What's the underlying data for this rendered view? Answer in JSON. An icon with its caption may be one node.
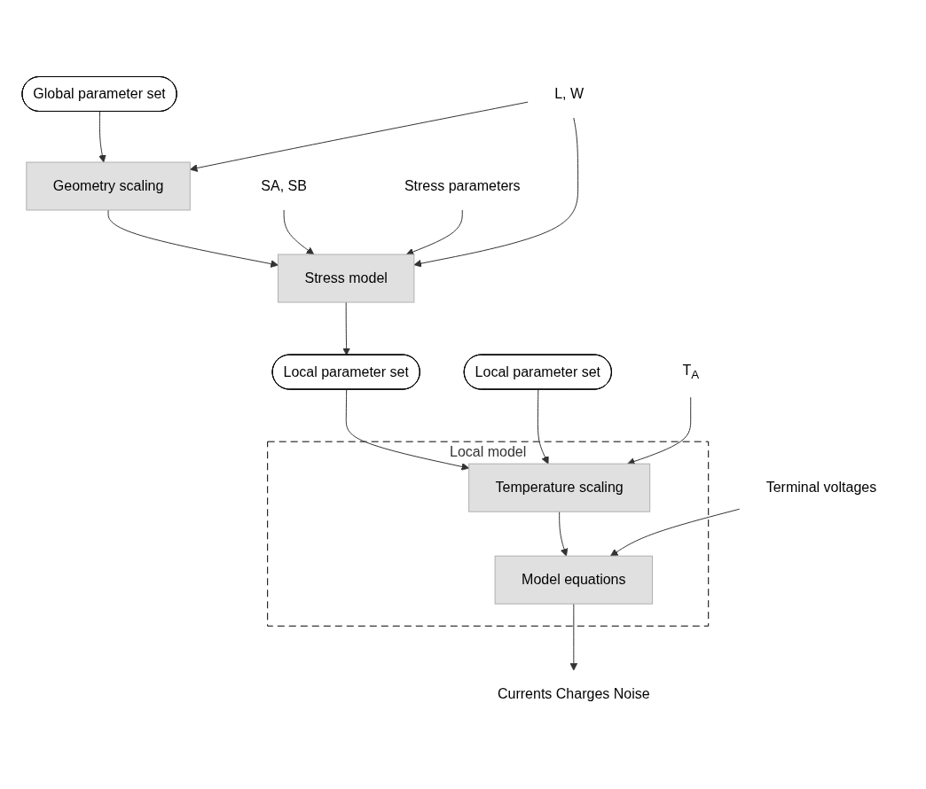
{
  "diagram": {
    "nodes": [
      {
        "text": [
          "Global parameter set"
        ]
      },
      {
        "text": [
          "Geometry scaling"
        ]
      },
      {
        "text": [
          "L, W"
        ]
      },
      {
        "text": [
          "Stress model"
        ]
      },
      {
        "text": [
          "SA, SB"
        ]
      },
      {
        "text": [
          "Stress parameters"
        ]
      },
      {
        "text": [
          "Local parameter set"
        ]
      },
      {
        "text": [
          "Local model"
        ]
      },
      {
        "text": [
          "Local parameter set"
        ]
      },
      {
        "text": [
          "Temperature scaling"
        ],
        "in": 7
      },
      {
        "text": [
          "T$_{A}$"
        ]
      },
      {
        "text": [
          "Terminal voltages"
        ]
      },
      {
        "text": [
          "Model equations"
        ],
        "in": 7
      },
      {
        "text": [
          "Currents Charges Noise"
        ]
      }
    ],
    "edges": [
      {
        "from": 0,
        "to": 1,
        "arrow": "to"
      },
      {
        "from": 2,
        "to": 1,
        "arrow": "to"
      },
      {
        "from": 2,
        "to": 3,
        "arrow": "to"
      },
      {
        "from": 1,
        "to": 3,
        "arrow": "to"
      },
      {
        "from": 4,
        "to": 3,
        "arrow": "to"
      },
      {
        "from": 5,
        "to": 3,
        "arrow": "to"
      },
      {
        "from": 3,
        "to": 6,
        "arrow": "to"
      },
      {
        "from": 6,
        "to": 9,
        "arrow": "to"
      },
      {
        "from": 8,
        "to": 9,
        "arrow": "to"
      },
      {
        "from": 10,
        "to": 9,
        "arrow": "to"
      },
      {
        "from": 9,
        "to": 12,
        "arrow": "to"
      },
      {
        "from": 11,
        "to": 12,
        "arrow": "to"
      },
      {
        "from": 12,
        "to": 13,
        "arrow": "to"
      }
    ]
  }
}
